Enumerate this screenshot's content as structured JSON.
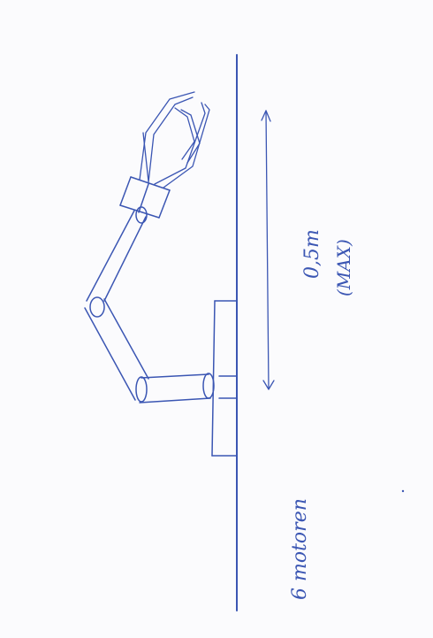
{
  "sketch": {
    "ink_color": "#3b56b3",
    "paper_color": "#fbfbfd",
    "annotations": {
      "reach_value": "0,5m",
      "reach_note": "(MAX)",
      "motor_count": "6 motoren"
    }
  }
}
